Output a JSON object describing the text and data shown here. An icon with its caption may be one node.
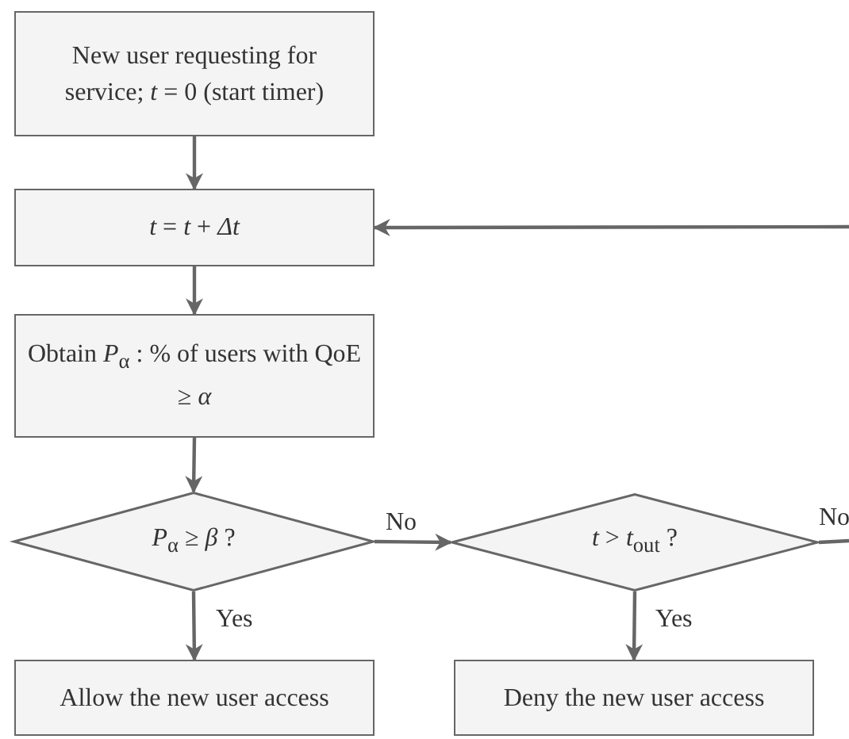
{
  "diagram": {
    "nodes": [
      {
        "text": [
          "New user requesting for service; *t* = 0 (start timer)"
        ]
      },
      {
        "text": [
          "*t* = *t* + *Δt*"
        ]
      },
      {
        "text": [
          "Obtain *P*$_{α}$ : % of users with QoE ≥ *α*"
        ]
      },
      {
        "text": [
          "*P*$_{α}$ ≥ *β* ?"
        ]
      },
      {
        "text": [
          "*t* > *t*$_{out}$ ?"
        ]
      },
      {
        "text": [
          "Allow the new user access"
        ]
      },
      {
        "text": [
          "Deny the new user access"
        ]
      }
    ],
    "edges": [
      {
        "from": 0,
        "to": 1,
        "arrow": "to"
      },
      {
        "from": 1,
        "to": 2,
        "arrow": "to"
      },
      {
        "from": 2,
        "to": 3,
        "arrow": "to"
      },
      {
        "from": 3,
        "to": 4,
        "arrow": "to",
        "label": "No"
      },
      {
        "from": 3,
        "to": 5,
        "arrow": "to",
        "label": "Yes"
      },
      {
        "from": 4,
        "to": 6,
        "arrow": "to",
        "label": "Yes"
      },
      {
        "from": 4,
        "to": null,
        "arrow": "none",
        "label": "No"
      },
      {
        "from": null,
        "to": 1,
        "arrow": "to"
      }
    ]
  }
}
